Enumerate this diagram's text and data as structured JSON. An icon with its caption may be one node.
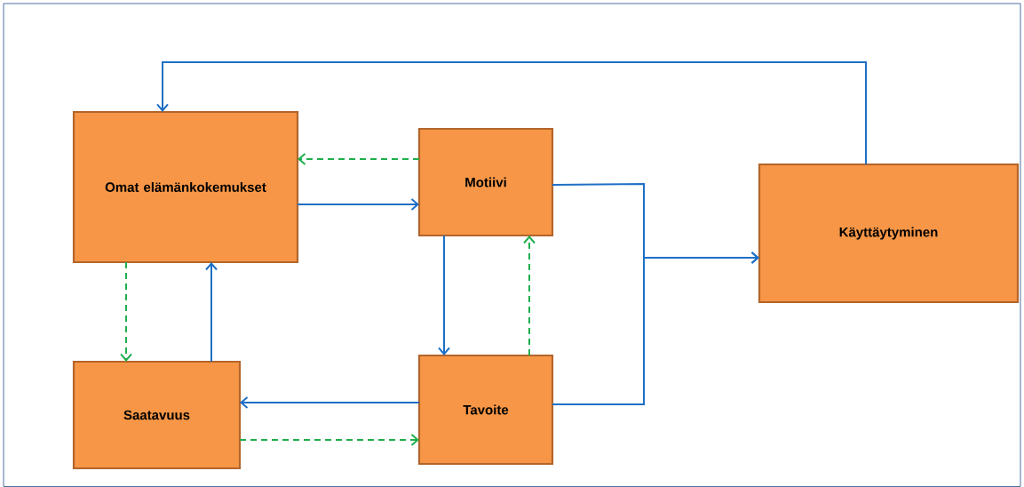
{
  "diagram": {
    "nodes": [
      {
        "text": [
          "Omat elämänkokemukset"
        ]
      },
      {
        "text": [
          "Motiivi"
        ]
      },
      {
        "text": [
          "Käyttäytyminen"
        ]
      },
      {
        "text": [
          "Saatavuus"
        ]
      },
      {
        "text": [
          "Tavoite"
        ]
      }
    ],
    "edges": [
      {
        "from": 2,
        "to": 0,
        "arrow": "to"
      },
      {
        "from": 1,
        "to": 0,
        "arrow": "to",
        "style": "dashed",
        "color": "#1fae4b"
      },
      {
        "from": 0,
        "to": 1,
        "arrow": "to"
      },
      {
        "from": 0,
        "to": 3,
        "arrow": "to",
        "style": "dashed",
        "color": "#1fae4b"
      },
      {
        "from": 3,
        "to": 0,
        "arrow": "to"
      },
      {
        "from": 1,
        "to": 4,
        "arrow": "to"
      },
      {
        "from": 4,
        "to": 1,
        "arrow": "to",
        "style": "dashed",
        "color": "#1fae4b"
      },
      {
        "from": 4,
        "to": 3,
        "arrow": "to"
      },
      {
        "from": 3,
        "to": 4,
        "arrow": "to",
        "style": "dashed",
        "color": "#1fae4b"
      },
      {
        "from": 1,
        "to": 2,
        "arrow": "to"
      },
      {
        "from": 4,
        "to": 2,
        "arrow": "to"
      }
    ]
  }
}
